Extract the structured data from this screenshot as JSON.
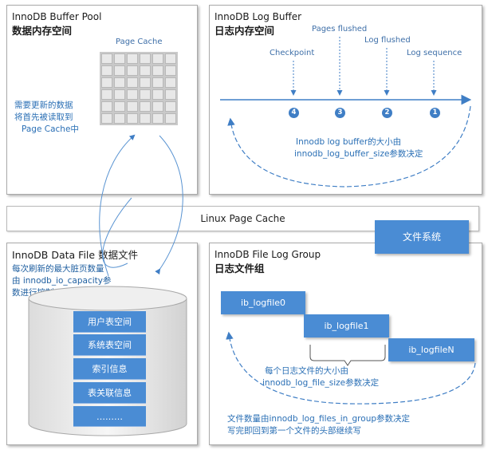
{
  "buffer_pool": {
    "title_en": "InnoDB Buffer Pool",
    "title_zh": "数据内存空间",
    "page_cache_label": "Page Cache",
    "note_lines": [
      "需要更新的数据",
      "将首先被读取到",
      "Page Cache中"
    ]
  },
  "log_buffer": {
    "title_en": "InnoDB Log Buffer",
    "title_zh": "日志内存空间",
    "labels": {
      "checkpoint": "Checkpoint",
      "pages_flushed": "Pages flushed",
      "log_flushed": "Log flushed",
      "log_sequence": "Log sequence"
    },
    "markers": [
      "4",
      "3",
      "2",
      "1"
    ],
    "note_lines": [
      "Innodb log buffer的大小由",
      "innodb_log_buffer_size参数决定"
    ]
  },
  "linux_cache": {
    "label": "Linux Page Cache"
  },
  "filesystem": {
    "label": "文件系统"
  },
  "data_file": {
    "title": "InnoDB Data File 数据文件",
    "note_lines": [
      "每次刷新的最大脏页数量",
      "由 innodb_io_capacity参",
      "数进行控制"
    ],
    "segments": [
      "用户表空间",
      "系统表空间",
      "索引信息",
      "表关联信息",
      "………"
    ]
  },
  "log_group": {
    "title_en": "InnoDB File Log Group",
    "title_zh": "日志文件组",
    "files": [
      "ib_logfile0",
      "ib_logfile1",
      "ib_logfileN"
    ],
    "size_note_lines": [
      "每个日志文件的大小由",
      "innodb_log_file_size参数决定"
    ],
    "count_note_lines": [
      "文件数量由innodb_log_files_in_group参数决定",
      "写完即回到第一个文件的头部继续写"
    ]
  },
  "colors": {
    "accent": "#4a8cd4",
    "text_blue": "#2a6fb5",
    "arrow": "#3f7ec5"
  }
}
